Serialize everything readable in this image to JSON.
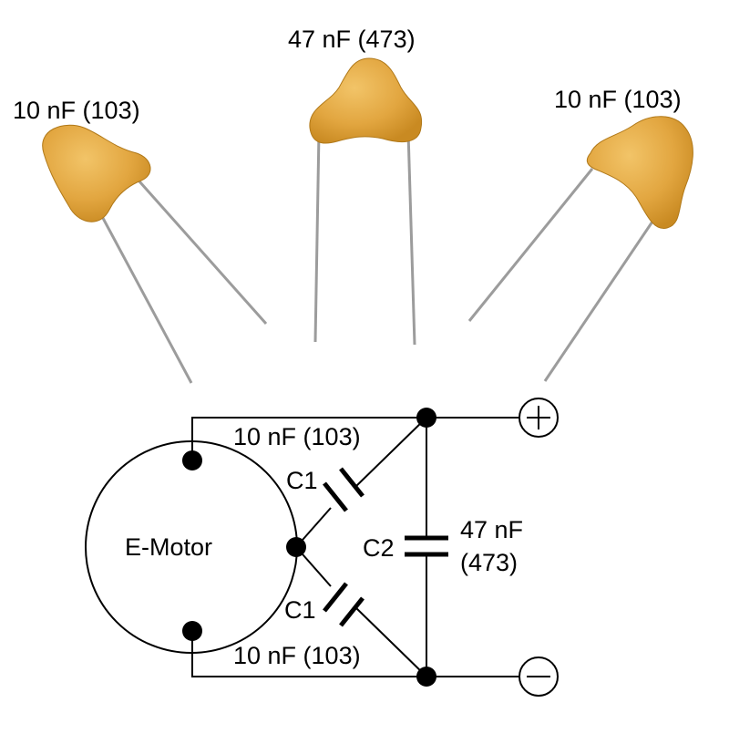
{
  "photo_labels": {
    "left": "10 nF (103)",
    "center": "47 nF (473)",
    "right": "10 nF (103)"
  },
  "schematic": {
    "motor_label": "E-Motor",
    "c1_top_designator": "C1",
    "c1_top_value": "10 nF (103)",
    "c1_bottom_designator": "C1",
    "c1_bottom_value": "10 nF (103)",
    "c2_designator": "C2",
    "c2_value_line1": "47 nF",
    "c2_value_line2": "(473)",
    "positive_terminal": "+",
    "negative_terminal": "−"
  },
  "colors": {
    "capacitor_body": "#e2a640",
    "capacitor_shade": "#c98a22",
    "lead": "#a8a8a8",
    "wire": "#000000"
  }
}
